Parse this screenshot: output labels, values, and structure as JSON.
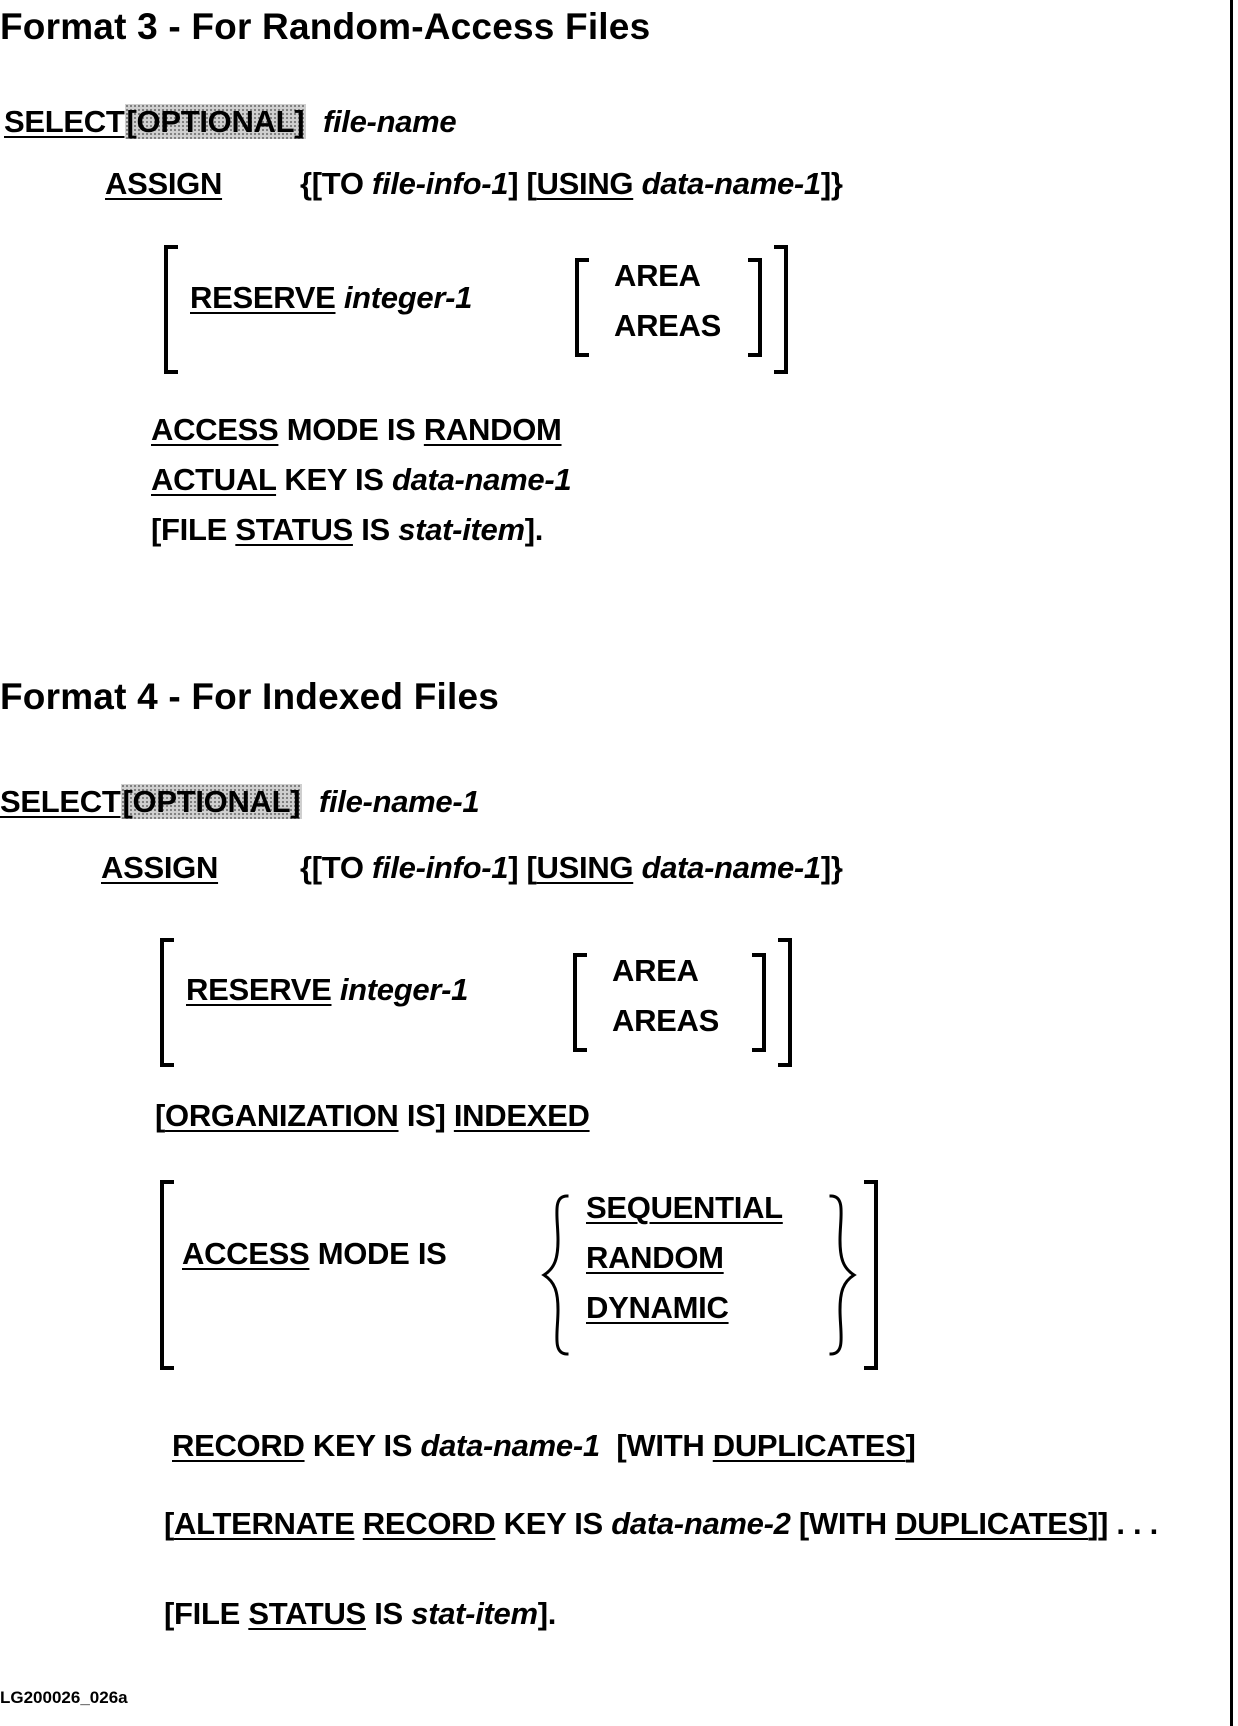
{
  "format3": {
    "heading": "Format 3 - For Random-Access Files",
    "select": {
      "keyword": "SELECT",
      "optional": "[OPTIONAL]",
      "name": "file-name"
    },
    "assign": {
      "keyword": "ASSIGN",
      "open": "{[TO ",
      "info": "file-info-1",
      "mid": "] [",
      "using": "USING",
      "space": " ",
      "dname": "data-name-1",
      "close": "]}"
    },
    "reserve": {
      "keyword": "RESERVE",
      "int": "integer-1",
      "area": "AREA",
      "areas": "AREAS"
    },
    "access": {
      "kw1": "ACCESS",
      "mid": " MODE IS ",
      "kw2": "RANDOM"
    },
    "actual": {
      "kw": "ACTUAL",
      "mid": " KEY IS ",
      "dname": "data-name-1"
    },
    "status": {
      "open": "[FILE ",
      "kw": "STATUS",
      "mid": " IS ",
      "item": "stat-item",
      "close": "]."
    }
  },
  "format4": {
    "heading": "Format 4 - For Indexed Files",
    "select": {
      "keyword": "SELECT",
      "optional": "[OPTIONAL]",
      "name": "file-name-1"
    },
    "assign": {
      "keyword": "ASSIGN",
      "open": "{[TO ",
      "info": "file-info-1",
      "mid": "] [",
      "using": "USING",
      "space": " ",
      "dname": "data-name-1",
      "close": "]}"
    },
    "reserve": {
      "keyword": "RESERVE",
      "int": "integer-1",
      "area": "AREA",
      "areas": "AREAS"
    },
    "org": {
      "open": "[",
      "kw": "ORGANIZATION",
      "mid": " IS] ",
      "kw2": "INDEXED"
    },
    "access": {
      "kw1": "ACCESS",
      "mid": " MODE IS",
      "opt1": "SEQUENTIAL",
      "opt2": "RANDOM",
      "opt3": "DYNAMIC"
    },
    "record": {
      "kw": "RECORD",
      "mid": " KEY IS ",
      "dname": "data-name-1",
      "open": "  [WITH ",
      "dup": "DUPLICATES",
      "close": "]"
    },
    "alternate": {
      "open": "[",
      "kw1": "ALTERNATE",
      "sp": " ",
      "kw2": "RECORD",
      "mid": " KEY IS ",
      "dname": "data-name-2",
      "mid2": " [WITH ",
      "dup": "DUPLICATES",
      "close": "]] . . ."
    },
    "status": {
      "open": "[FILE ",
      "kw": "STATUS",
      "mid": " IS ",
      "item": "stat-item",
      "close": "]."
    }
  },
  "caption": "LG200026_026a"
}
